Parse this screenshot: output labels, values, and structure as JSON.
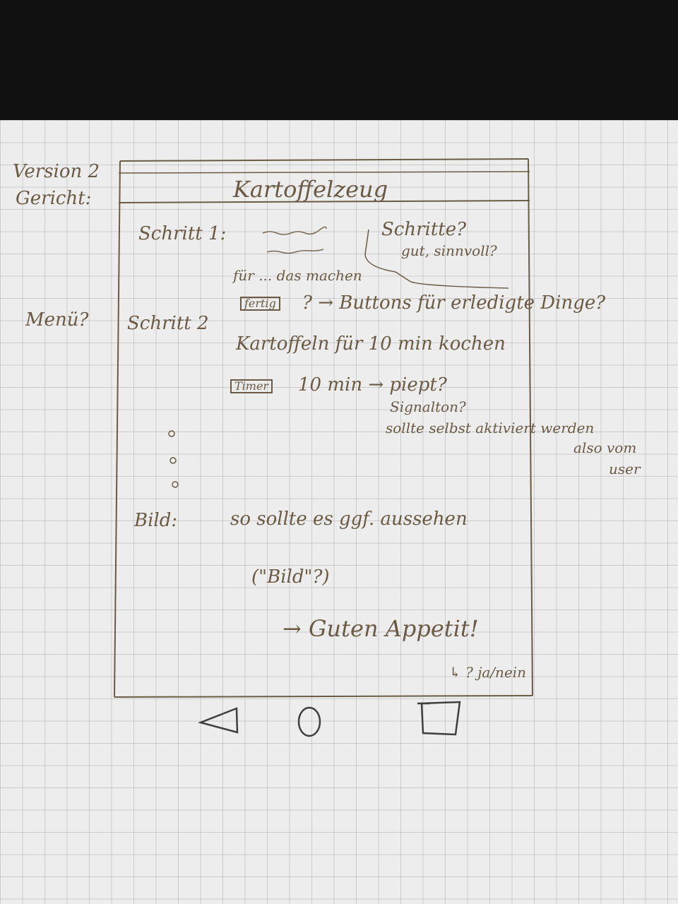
{
  "sidebar": {
    "version": "Version 2",
    "gericht": "Gericht:",
    "menu": "Menü?"
  },
  "header": {
    "title": "Kartoffelzeug"
  },
  "step1": {
    "label": "Schritt 1:",
    "note": "für ... das machen",
    "question": "Schritte?",
    "question2": "gut, sinnvoll?"
  },
  "step2": {
    "label": "Schritt 2",
    "done_button": "fertig",
    "buttons_note": "? → Buttons für erledigte Dinge?",
    "instruction": "Kartoffeln für 10 min kochen",
    "timer_button": "Timer",
    "timer_note": "10 min → piept?",
    "signal_note": "Signalton?",
    "user_note1": "sollte selbst aktiviert werden",
    "user_note2": "also vom",
    "user_note3": "user"
  },
  "image": {
    "label": "Bild:",
    "note": "so sollte es ggf. aussehen",
    "placeholder": "(\"Bild\"?)",
    "closing": "→ Guten Appetit!",
    "confirm": "↳ ? ja/nein"
  },
  "navbar": {
    "back_icon": "back-triangle-icon",
    "home_icon": "home-circle-icon",
    "recent_icon": "recent-square-icon"
  }
}
